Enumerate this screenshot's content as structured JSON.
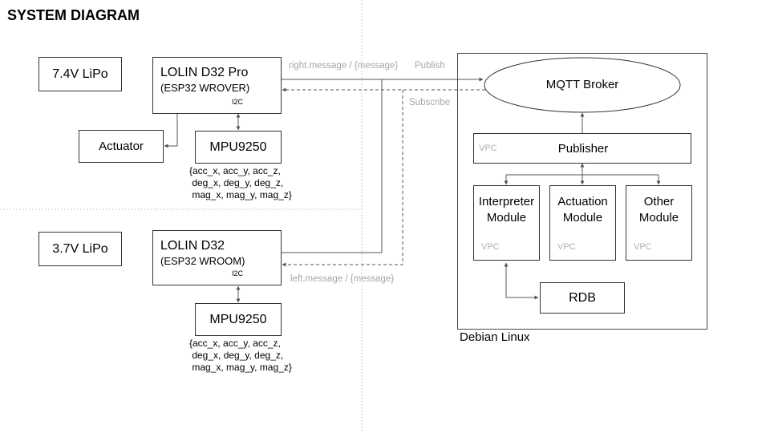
{
  "title": "SYSTEM DIAGRAM",
  "left_top": {
    "battery": "7.4V LiPo",
    "board_name": "LOLIN D32 Pro",
    "board_chip": "(ESP32 WROVER)",
    "i2c": "I2C",
    "actuator": "Actuator",
    "sensor": "MPU9250",
    "sensor_fields": "{acc_x, acc_y, acc_z,\n deg_x, deg_y, deg_z,\n mag_x, mag_y, mag_z}"
  },
  "left_bottom": {
    "battery": "3.7V LiPo",
    "board_name": "LOLIN D32",
    "board_chip": "(ESP32 WROOM)",
    "i2c": "I2C",
    "sensor": "MPU9250",
    "sensor_fields": "{acc_x, acc_y, acc_z,\n deg_x, deg_y, deg_z,\n mag_x, mag_y, mag_z}"
  },
  "edges": {
    "right_topic": "right.message / {message}",
    "left_topic": "left.message / {message}",
    "publish": "Publish",
    "subscribe": "Subscribe"
  },
  "server": {
    "os_label": "Debian Linux",
    "broker": "MQTT Broker",
    "publisher": "Publisher",
    "vpc": "VPC",
    "interpreter": "Interpreter Module",
    "actuation": "Actuation Module",
    "other": "Other Module",
    "rdb": "RDB"
  },
  "colors": {
    "line": "#555555",
    "muted": "#a6a6a6",
    "divider": "#bfbfbf"
  }
}
